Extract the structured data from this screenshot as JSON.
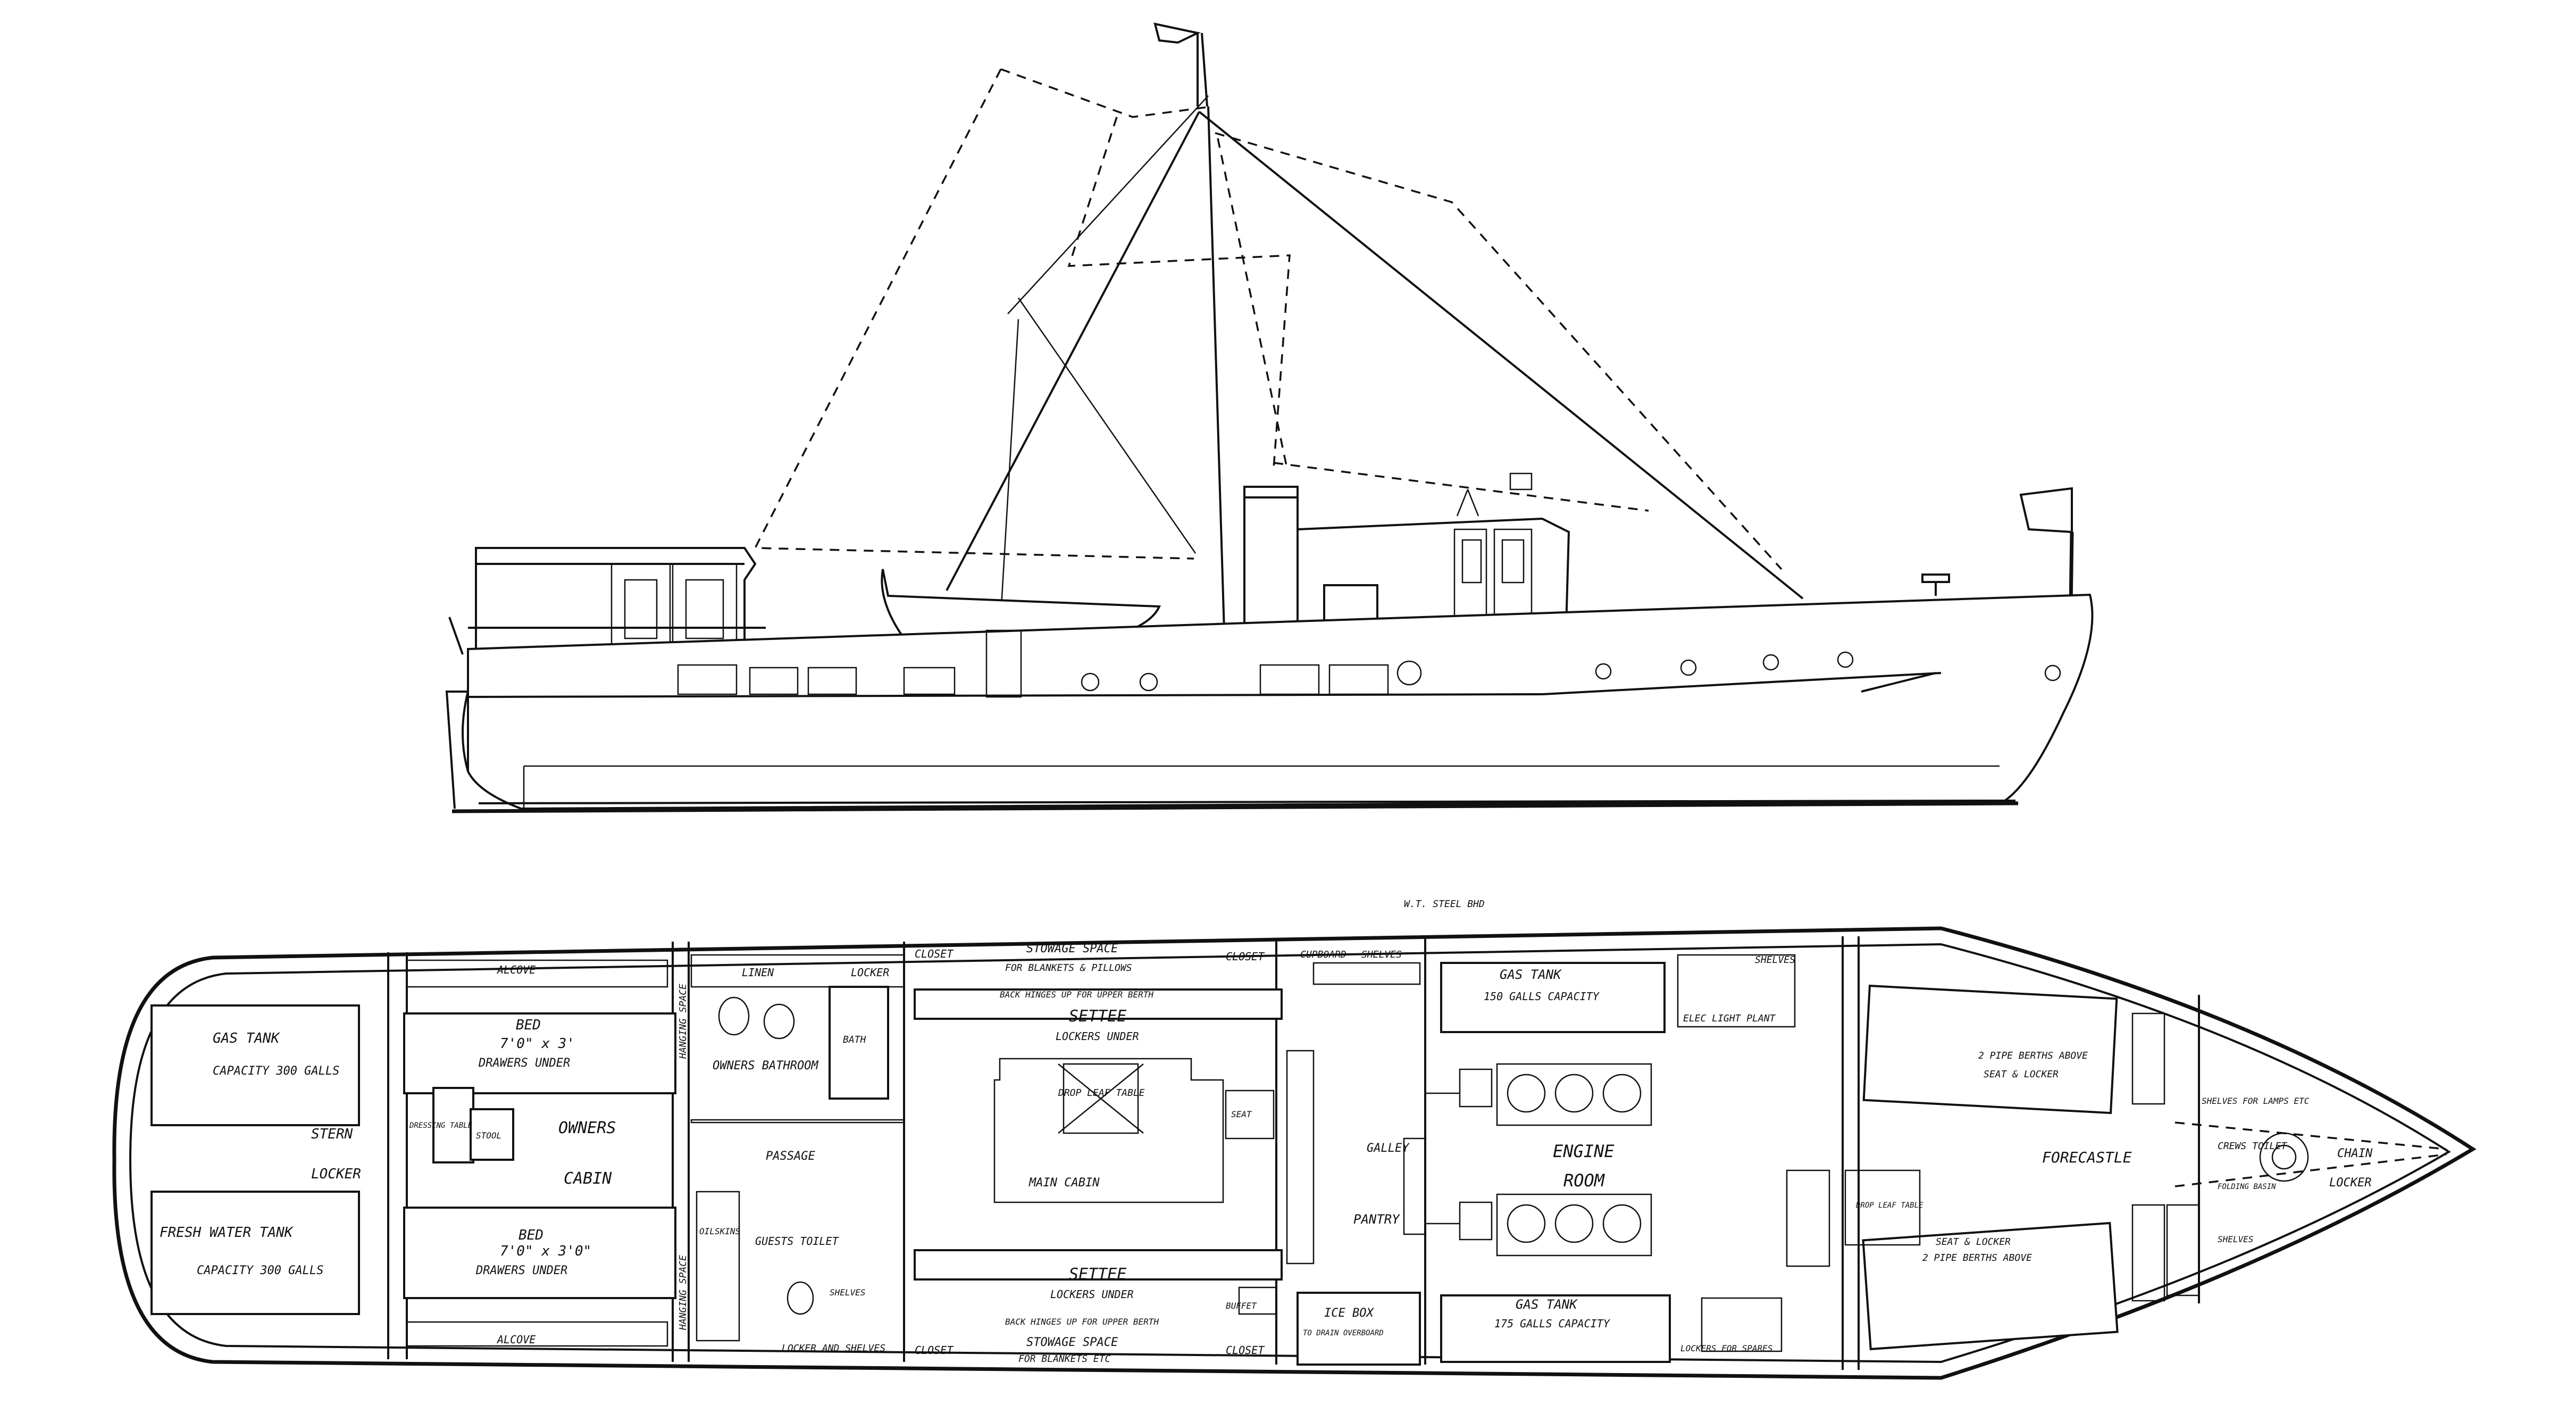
{
  "labels": {
    "gas_tank_aft": "GAS TANK",
    "gas_tank_aft_cap": "CAPACITY 300 GALLS",
    "fresh_water": "FRESH WATER TANK",
    "fresh_water_cap": "CAPACITY 300 GALLS",
    "stern": "STERN",
    "locker": "LOCKER",
    "alcove_top": "ALCOVE",
    "alcove_bottom": "ALCOVE",
    "bed_top": "BED",
    "bed_top_dim": "7'0\" x 3'",
    "drawers_top": "DRAWERS UNDER",
    "bed_bottom": "BED",
    "bed_bottom_dim": "7'0\" x 3'0\"",
    "drawers_bottom": "DRAWERS UNDER",
    "owners": "OWNERS",
    "cabin": "CABIN",
    "dressing_table": "DRESSING TABLE",
    "stool": "STOOL",
    "hanging_space_top": "HANGING SPACE",
    "hanging_space_bottom": "HANGING SPACE",
    "linen": "LINEN",
    "locker_top": "LOCKER",
    "owners_bathroom": "OWNERS BATHROOM",
    "bath": "BATH",
    "passage": "PASSAGE",
    "guests_toilet": "GUESTS TOILET",
    "oilskins": "OILSKINS",
    "shelves": "SHELVES",
    "locker_and_shelves": "LOCKER AND SHELVES",
    "closet_1": "CLOSET",
    "closet_2": "CLOSET",
    "closet_3": "CLOSET",
    "closet_4": "CLOSET",
    "stowage_top": "STOWAGE SPACE",
    "stowage_top_sub": "FOR BLANKETS & PILLOWS",
    "stowage_bottom": "STOWAGE SPACE",
    "stowage_bottom_sub": "FOR BLANKETS ETC",
    "settee_top": "SETTEE",
    "settee_top_sub": "LOCKERS UNDER",
    "settee_top_note": "BACK HINGES UP FOR UPPER BERTH",
    "settee_bottom": "SETTEE",
    "settee_bottom_sub": "LOCKERS UNDER",
    "settee_bottom_note": "BACK HINGES UP FOR UPPER BERTH",
    "drop_leaf_table": "DROP LEAF TABLE",
    "main_cabin": "MAIN CABIN",
    "seat_1": "SEAT",
    "buffet": "BUFFET",
    "cupboard": "CUPBOARD",
    "shelves_top": "SHELVES",
    "galley": "GALLEY",
    "pantry": "PANTRY",
    "ice_box": "ICE BOX",
    "ice_box_sub": "TO DRAIN OVERBOARD",
    "gas_tank_fwd_top": "GAS TANK",
    "gas_tank_fwd_top_cap": "150 GALLS CAPACITY",
    "gas_tank_fwd_bottom": "GAS TANK",
    "gas_tank_fwd_bottom_cap": "175 GALLS CAPACITY",
    "engine": "ENGINE",
    "room": "ROOM",
    "elec_light_plant": "ELEC LIGHT PLANT",
    "lockers_for_spares": "LOCKERS FOR SPARES",
    "shelves_engine": "SHELVES",
    "wt_steel_bhd": "W.T. STEEL BHD",
    "pipe_berths_top": "2 PIPE BERTHS ABOVE",
    "pipe_berths_top_sub": "SEAT & LOCKER",
    "pipe_berths_bottom": "2 PIPE BERTHS ABOVE",
    "seat_locker_bottom": "SEAT & LOCKER",
    "forecastle": "FORECASTLE",
    "crews_toilet": "CREWS TOILET",
    "folding_basin": "FOLDING BASIN",
    "shelves_fwd": "SHELVES FOR LAMPS ETC",
    "shelves_fwd_bottom": "SHELVES",
    "chain_locker": "CHAIN",
    "chain_locker_2": "LOCKER",
    "drop_leaf_table_fwd": "DROP LEAF TABLE"
  }
}
